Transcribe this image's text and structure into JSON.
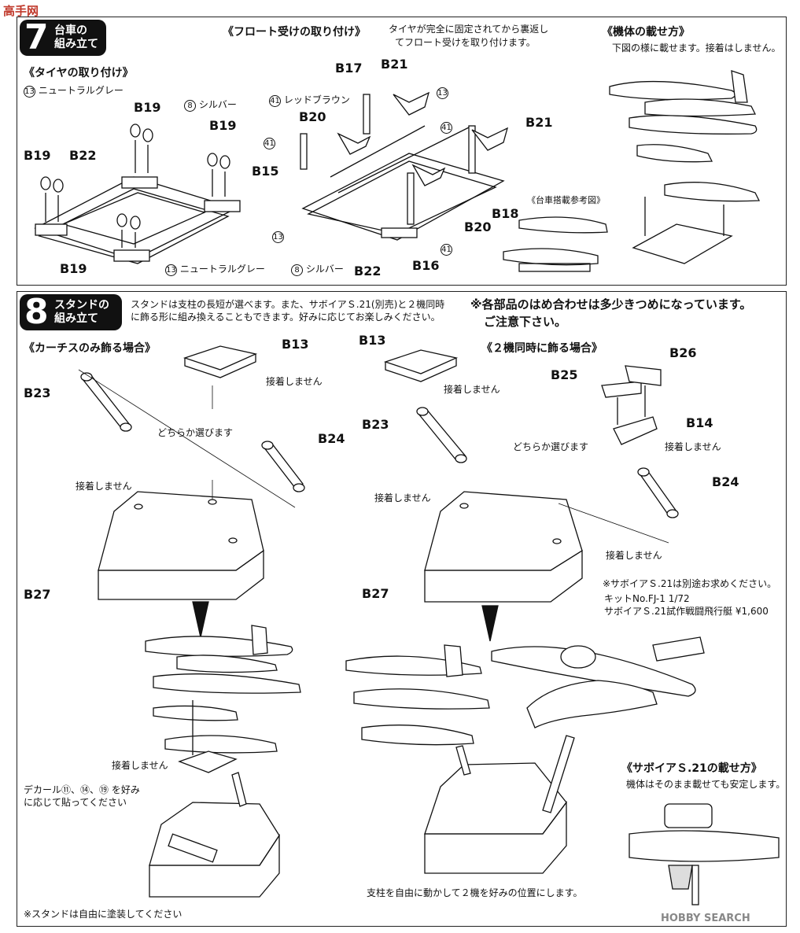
{
  "watermark_top": "高手网",
  "watermark_bottom": "HOBBY SEARCH",
  "step7": {
    "number": "7",
    "title_line1": "台車の",
    "title_line2": "組み立て",
    "tire_header": "《タイヤの取り付け》",
    "float_header": "《フロート受けの取り付け》",
    "float_note_line1": "タイヤが完全に固定されてから裏返し",
    "float_note_line2": "てフロート受けを取り付けます。",
    "mount_header": "《機体の載せ方》",
    "mount_note": "下図の様に載せます。接着はしません。",
    "ref_caption": "《台車搭載参考図》",
    "c13": "13",
    "c8": "8",
    "c41": "41",
    "neutral_gray": "ニュートラルグレー",
    "silver": "シルバー",
    "red_brown": "レッドブラウン",
    "labels": {
      "b19": "B19",
      "b22": "B22",
      "b17": "B17",
      "b21": "B21",
      "b20": "B20",
      "b15": "B15",
      "b18": "B18",
      "b16": "B16"
    }
  },
  "step8": {
    "number": "8",
    "title_line1": "スタンドの",
    "title_line2": "組み立て",
    "intro_line1": "スタンドは支柱の長短が選べます。また、サボイアＳ.21(別売)と２機同時",
    "intro_line2": "に飾る形に組み換えることもできます。好みに応じてお楽しみください。",
    "warning_line1": "※各部品のはめ合わせは多少きつめになっています。",
    "warning_line2": "ご注意下さい。",
    "curtiss_header": "《カーチスのみ飾る場合》",
    "two_header": "《２機同時に飾る場合》",
    "no_glue": "接着しません",
    "choose_either": "どちらか選びます",
    "savoia_note": "※サボイアＳ.21は別途お求めください。",
    "kit_line1": "キットNo.FJ-1 1/72",
    "kit_line2": "サボイアＳ.21試作戦闘飛行艇 ¥1,600",
    "savoia_mount_header": "《サボイアＳ.21の載せ方》",
    "savoia_mount_note": "機体はそのまま載せても安定します。",
    "decal_line1": "デカール⑪、⑭、⑲ を好み",
    "decal_line2": "に応じて貼ってください",
    "stand_paint_note": "※スタンドは自由に塗装してください",
    "pillar_note": "支柱を自由に動かして２機を好みの位置にします。",
    "labels": {
      "b13": "B13",
      "b23": "B23",
      "b24": "B24",
      "b27": "B27",
      "b25": "B25",
      "b26": "B26",
      "b14": "B14"
    }
  }
}
